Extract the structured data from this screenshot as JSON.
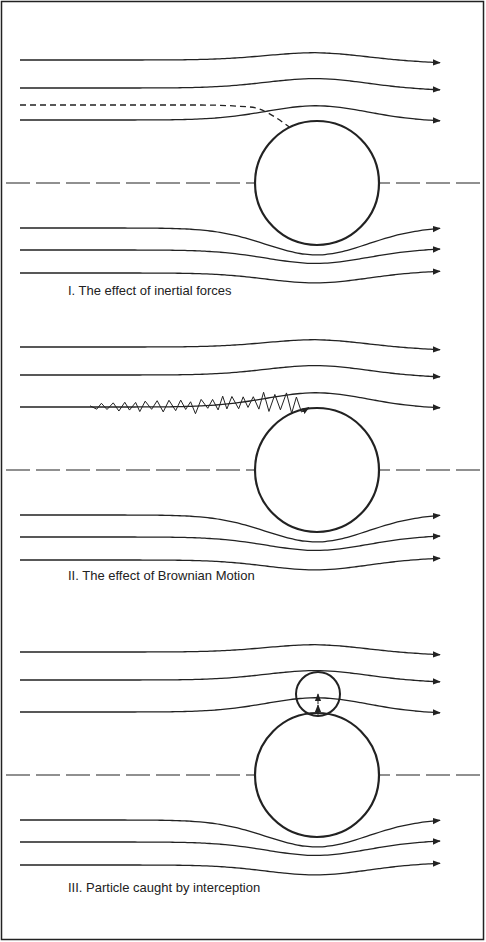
{
  "diagram": {
    "labels": [
      "I. The effect of inertial forces",
      "II. The effect of Brownian Motion",
      "III. Particle caught by interception"
    ]
  }
}
